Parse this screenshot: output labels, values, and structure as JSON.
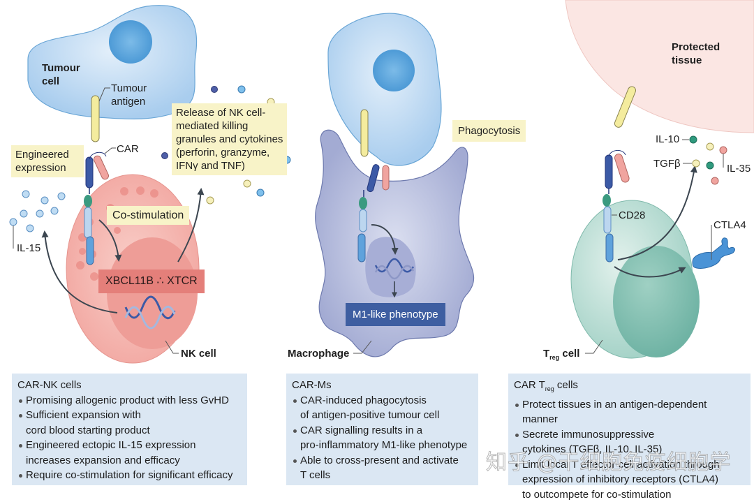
{
  "figure": {
    "colors": {
      "tumour_cell": "#bcd9f1",
      "tumour_nucleus": "#5aa5dc",
      "nk_cell": "#f5b6b0",
      "nk_nucleus": "#ee9b95",
      "macrophage": "#b7bedd",
      "treg_cell": "#bfe0d8",
      "treg_nucleus": "#78bcae",
      "protected_tissue": "#fbe6e3",
      "label_box_yellow": "#f8f3c8",
      "panel_blue": "#dbe7f3",
      "phenotype_box": "#3e5ea1",
      "transcription_box": "#e47f7a"
    },
    "nk_section": {
      "tumour_cell_label": "Tumour cell",
      "tumour_antigen_label": "Tumour antigen",
      "car_label": "CAR",
      "engineered_expression_label": "Engineered expression",
      "release_label": "Release of NK cell-mediated killing granules and cytokines (perforin, granzyme, IFNγ and TNF)",
      "release_lines": [
        "Release of NK cell-",
        "mediated killing",
        "granules and cytokines",
        "(perforin, granzyme,",
        "IFNγ and TNF)"
      ],
      "costimulation_label": "Co-stimulation",
      "il15_label": "IL-15",
      "transcription_label": "XBCL11B ∴ XTCR",
      "nk_cell_label": "NK cell",
      "dna_icon": "dna-helix",
      "panel": {
        "title": "CAR-NK cells",
        "bullets": [
          "Promising allogenic product with less GvHD",
          "Sufficient expansion with cord blood starting product",
          "Engineered ectopic IL-15 expression increases expansion and efficacy",
          "Require co-stimulation for significant efficacy"
        ],
        "bullet_lines": [
          [
            "Promising allogenic product with less GvHD"
          ],
          [
            "Sufficient expansion with",
            "cord blood starting product"
          ],
          [
            "Engineered ectopic IL-15 expression",
            "increases expansion and efficacy"
          ],
          [
            "Require co-stimulation for significant efficacy"
          ]
        ]
      }
    },
    "macrophage_section": {
      "phagocytosis_label": "Phagocytosis",
      "phenotype_label": "M1-like phenotype",
      "macrophage_label": "Macrophage",
      "dna_icon": "dna-helix",
      "panel": {
        "title": "CAR-Ms",
        "bullets": [
          "CAR-induced phagocytosis of antigen-positive tumour cell",
          "CAR signalling results in a pro-inflammatory M1-like phenotype",
          "Able to cross-present and activate T cells"
        ],
        "bullet_lines": [
          [
            "CAR-induced phagocytosis",
            "of antigen-positive tumour cell"
          ],
          [
            "CAR signalling results in a",
            "pro-inflammatory M1-like phenotype"
          ],
          [
            "Able to cross-present and activate",
            "T cells"
          ]
        ]
      }
    },
    "treg_section": {
      "protected_tissue_label": "Protected tissue",
      "il10_label": "IL-10",
      "tgfb_label": "TGFβ",
      "il35_label": "IL-35",
      "cd28_label": "CD28",
      "ctla4_label": "CTLA4",
      "treg_label_main": "T",
      "treg_label_sub": "reg",
      "treg_label_suffix": "cell",
      "panel": {
        "title_main": "CAR T",
        "title_sub": "reg",
        "title_suffix": "cells",
        "bullets": [
          "Protect tissues in an antigen-dependent manner",
          "Secrete immunosuppressive cytokines (TGFβ, IL-10, IL-35)",
          "Limit local T effector cell activation through expression of inhibitory receptors (CTLA4) to outcompete for co-stimulation"
        ],
        "bullet_lines": [
          [
            "Protect tissues in an antigen-dependent manner"
          ],
          [
            "Secrete immunosuppressive",
            "cytokines (TGFβ, IL-10, IL-35)"
          ],
          [
            "Limit local T effector cell activation through",
            "expression of inhibitory receptors (CTLA4)",
            "to outcompete for co-stimulation"
          ]
        ]
      }
    },
    "watermark": "知乎 @干细胞免疫细胞学"
  }
}
